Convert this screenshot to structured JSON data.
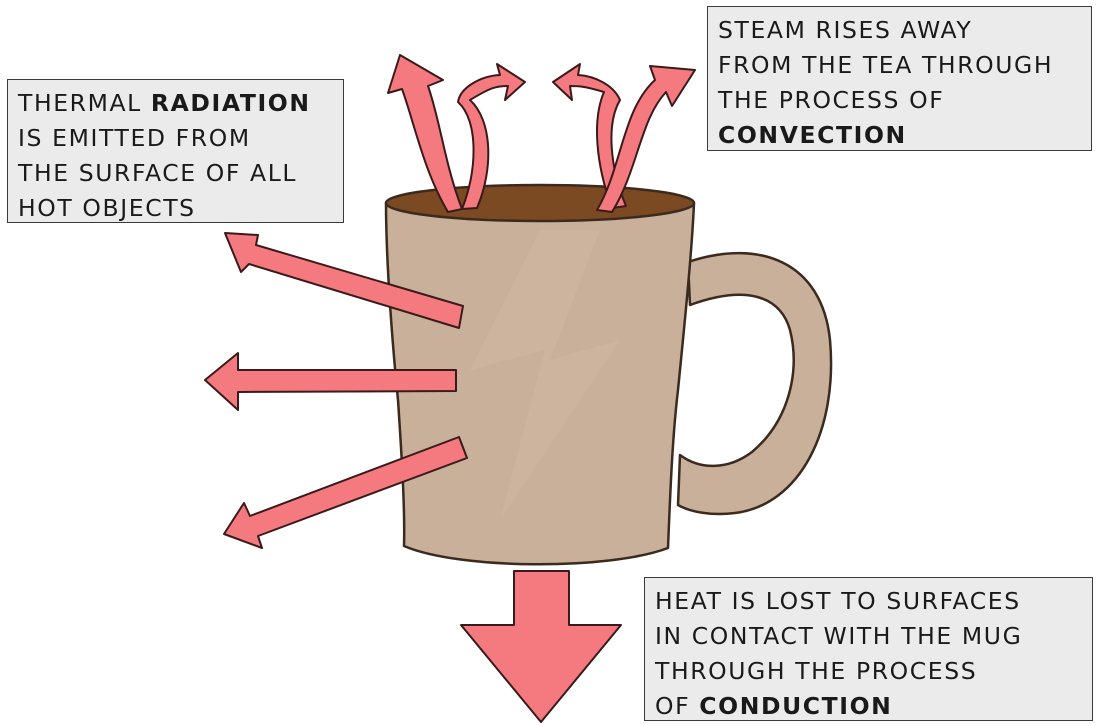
{
  "colors": {
    "arrow_fill": "#f57a7f",
    "arrow_stroke": "#3a1a1a",
    "mug_body": "#c9b09a",
    "mug_stroke": "#3b2a1e",
    "tea": "#7b4a22",
    "box_fill": "#ebebeb",
    "box_stroke": "#3a3a3a"
  },
  "labels": {
    "radiation": {
      "line1_pre": "THERMAL ",
      "line1_bold": "RADIATION",
      "line2": "IS EMITTED FROM",
      "line3": "THE SURFACE OF ALL",
      "line4": "HOT OBJECTS"
    },
    "convection": {
      "line1": "STEAM RISES AWAY",
      "line2": "FROM THE TEA THROUGH",
      "line3": "THE PROCESS OF",
      "line4_bold": "CONVECTION"
    },
    "conduction": {
      "line1": "HEAT IS LOST TO SURFACES",
      "line2": "IN CONTACT WITH THE MUG",
      "line3": "THROUGH THE PROCESS",
      "line4_pre": "OF ",
      "line4_bold": "CONDUCTION"
    }
  }
}
